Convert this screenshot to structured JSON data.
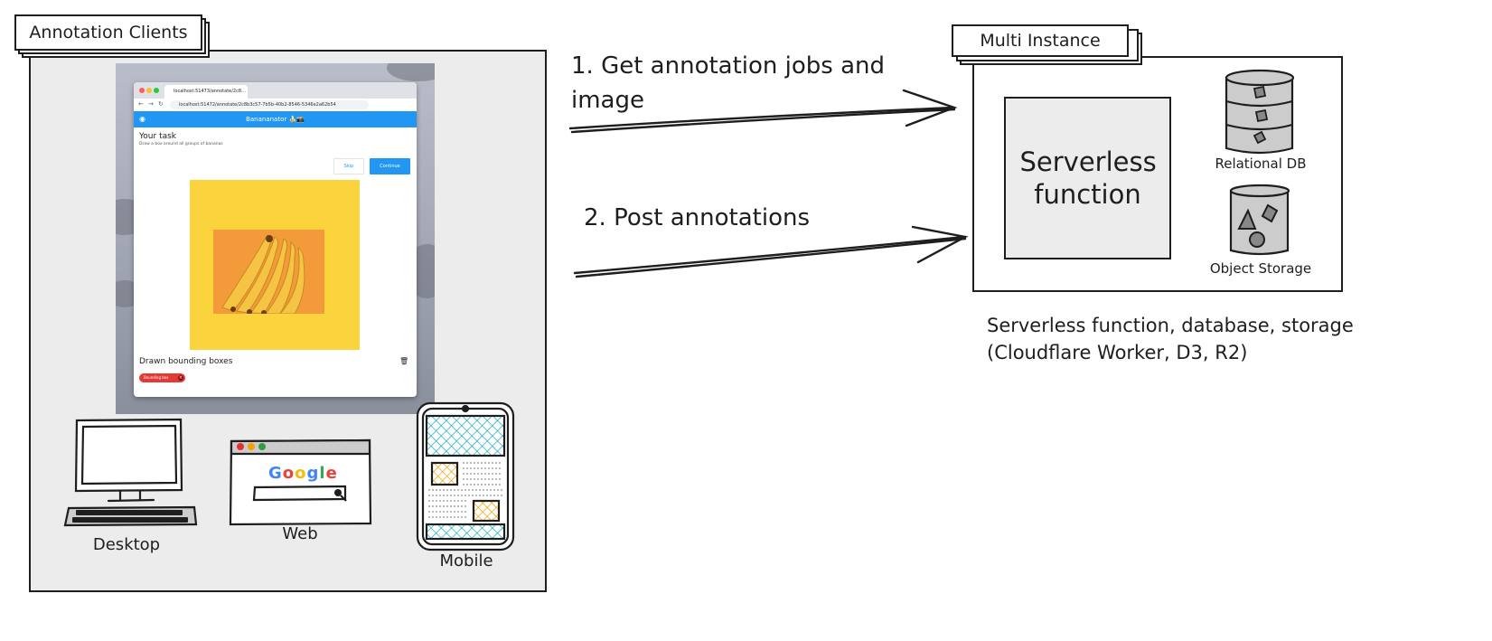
{
  "clients": {
    "title": "Annotation Clients",
    "app": {
      "tab_title": "localhost:51473/annotate/2c8…",
      "url": "localhost:51472/annotate/2c8b3c57-7b5b-40b2-8546-5346e2a62b54",
      "app_title": "Banananator 🍌📸",
      "task_heading": "Your task",
      "task_description": "Draw a box around all groups of bananas",
      "skip_label": "Skip",
      "continue_label": "Continue",
      "drawn_heading": "Drawn bounding boxes",
      "chip_label": "Bounding box"
    },
    "devices": {
      "desktop_label": "Desktop",
      "web_label": "Web",
      "web_logo": "Google",
      "mobile_label": "Mobile"
    }
  },
  "flows": {
    "step1": "1. Get annotation jobs and image",
    "step2": "2. Post annotations"
  },
  "instance": {
    "title": "Multi Instance",
    "function_label": "Serverless function",
    "db_label": "Relational DB",
    "storage_label": "Object Storage",
    "caption_line1": "Serverless function, database, storage",
    "caption_line2": "(Cloudflare Worker, D3, R2)"
  },
  "colors": {
    "ink": "#1e1e1e",
    "panel": "#ececec",
    "app_blue": "#2196f3",
    "banana_yellow": "#fbd33d",
    "bbox_orange": "#f39a3b",
    "chip_red": "#e53935",
    "mobile_cyan": "#15aabf",
    "mobile_amber": "#f59f00"
  }
}
